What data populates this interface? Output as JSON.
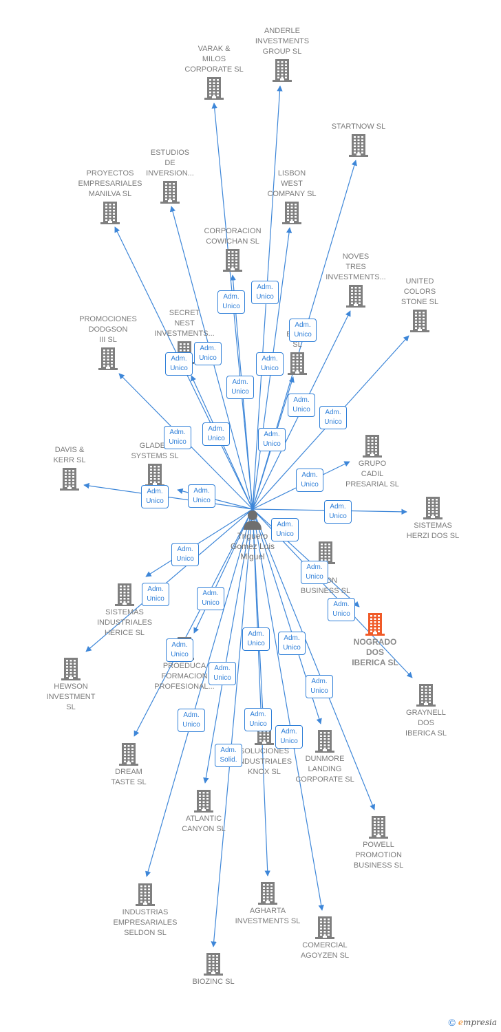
{
  "colors": {
    "edge": "#3d86d8",
    "building": "#7f7f7f",
    "focus": "#f05a28",
    "label": "#7a7a7a"
  },
  "person": {
    "name": "Triguero\nGomez Luis\nMiguel",
    "icon": "person-icon"
  },
  "focus_company": "NOGRADO\nDOS\nIBERICA  SL",
  "companies": [
    {
      "id": "anderle",
      "name": "ANDERLE\nINVESTMENTS\nGROUP SL"
    },
    {
      "id": "varak",
      "name": "VARAK &\nMILOS\nCORPORATE SL"
    },
    {
      "id": "startnow",
      "name": "STARTNOW SL"
    },
    {
      "id": "estudios",
      "name": "ESTUDIOS\nDE\nINVERSION..."
    },
    {
      "id": "proyectos",
      "name": "PROYECTOS\nEMPRESARIALES\nMANILVA SL"
    },
    {
      "id": "lisbon",
      "name": "LISBON\nWEST\nCOMPANY  SL"
    },
    {
      "id": "cowichan",
      "name": "CORPORACION\nCOWICHAN SL"
    },
    {
      "id": "noves",
      "name": "NOVES\nTRES\nINVESTMENTS..."
    },
    {
      "id": "united",
      "name": "UNITED\nCOLORS\nSTONE SL"
    },
    {
      "id": "dodgson",
      "name": "PROMOCIONES\nDODGSON\nIII SL"
    },
    {
      "id": "secret",
      "name": "SECRET\nNEST\nINVESTMENTS..."
    },
    {
      "id": "ma",
      "name": "MA\nEMPR\nSL"
    },
    {
      "id": "cadil",
      "name": "GRUPO\nCADIL\nPRESARIAL SL"
    },
    {
      "id": "davis",
      "name": "DAVIS &\nKERR SL"
    },
    {
      "id": "gladev",
      "name": "GLADEV\nSYSTEMS  SL"
    },
    {
      "id": "herzi",
      "name": "SISTEMAS\nHERZI DOS SL"
    },
    {
      "id": "moon",
      "name": "N\nMOON\nBUSINESS SL"
    },
    {
      "id": "nogrado",
      "name": "NOGRADO\nDOS\nIBERICA  SL"
    },
    {
      "id": "herice",
      "name": "SISTEMAS\nINDUSTRIALES\nHERICE  SL"
    },
    {
      "id": "hewson",
      "name": "HEWSON\nINVESTMENT\nSL"
    },
    {
      "id": "proeduca",
      "name": "PROEDUCA\nFORMACION\nPROFESIONAL..."
    },
    {
      "id": "graynell",
      "name": "GRAYNELL\nDOS\nIBERICA  SL"
    },
    {
      "id": "knox",
      "name": "SOLUCIONES\nINDUSTRIALES\nKNOX SL"
    },
    {
      "id": "dunmore",
      "name": "DUNMORE\nLANDING\nCORPORATE SL"
    },
    {
      "id": "dream",
      "name": "DREAM\nTASTE SL"
    },
    {
      "id": "atlantic",
      "name": "ATLANTIC\nCANYON SL"
    },
    {
      "id": "powell",
      "name": "POWELL\nPROMOTION\nBUSINESS  SL"
    },
    {
      "id": "seldon",
      "name": "INDUSTRIAS\nEMPRESARIALES\nSELDON SL"
    },
    {
      "id": "agharta",
      "name": "AGHARTA\nINVESTMENTS SL"
    },
    {
      "id": "agoyzen",
      "name": "COMERCIAL\nAGOYZEN SL"
    },
    {
      "id": "biozinc",
      "name": "BIOZINC SL"
    }
  ],
  "badges": [
    "Adm.\nUnico",
    "Adm.\nUnico",
    "Adm.\nUnico",
    "Adm.\nUnico",
    "Adm.\nUnico",
    "Adm.\nUnico",
    "Adm.\nUnico",
    "Adm.\nUnico",
    "Adm.\nUnico",
    "Adm.\nUnico",
    "Adm.\nUnico",
    "Adm.\nUnico",
    "Adm.\nUnico",
    "Adm.\nUnico",
    "Adm.\nUnico",
    "Adm.\nUnico",
    "Adm.\nUnico",
    "Adm.\nUnico",
    "Adm.\nUnico",
    "Adm.\nUnico",
    "Adm.\nUnico",
    "Adm.\nUnico",
    "Adm.\nUnico",
    "Adm.\nUnico",
    "Adm.\nUnico",
    "Adm.\nUnico",
    "Adm.\nUnico",
    "Adm.\nUnico",
    "Adm.\nUnico",
    "Adm.\nUnico",
    "Adm.\nSolid."
  ],
  "footer": {
    "copyright": "©",
    "brand_first": "e",
    "brand_rest": "mpresia"
  }
}
